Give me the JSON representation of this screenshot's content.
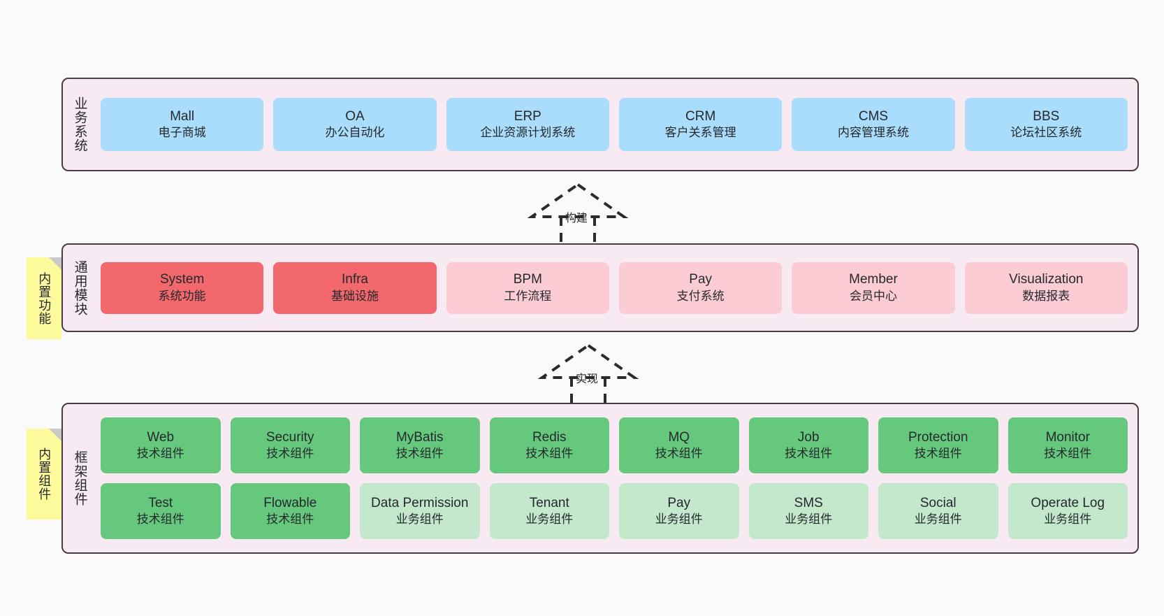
{
  "diagram": {
    "background_color": "#fafafa",
    "frame_border_color": "#4a3b44",
    "frame_fill_color": "#f8eaf3",
    "note_color": "#fcfa9a",
    "colors": {
      "blue": "#aadcfb",
      "red": "#f2686c",
      "pink": "#fbccd4",
      "green": "#66c87d",
      "light_green": "#c3e8cc"
    }
  },
  "layers": {
    "business": {
      "title": "业务系统",
      "cards": [
        {
          "en": "Mall",
          "cn": "电子商城"
        },
        {
          "en": "OA",
          "cn": "办公自动化"
        },
        {
          "en": "ERP",
          "cn": "企业资源计划系统"
        },
        {
          "en": "CRM",
          "cn": "客户关系管理"
        },
        {
          "en": "CMS",
          "cn": "内容管理系统"
        },
        {
          "en": "BBS",
          "cn": "论坛社区系统"
        }
      ]
    },
    "common": {
      "title": "通用模块",
      "note": "内置功能",
      "cards": [
        {
          "en": "System",
          "cn": "系统功能",
          "color": "red"
        },
        {
          "en": "Infra",
          "cn": "基础设施",
          "color": "red"
        },
        {
          "en": "BPM",
          "cn": "工作流程",
          "color": "pink"
        },
        {
          "en": "Pay",
          "cn": "支付系统",
          "color": "pink"
        },
        {
          "en": "Member",
          "cn": "会员中心",
          "color": "pink"
        },
        {
          "en": "Visualization",
          "cn": "数据报表",
          "color": "pink"
        }
      ]
    },
    "framework": {
      "title": "框架组件",
      "note": "内置组件",
      "row1": [
        {
          "en": "Web",
          "cn": "技术组件",
          "color": "green"
        },
        {
          "en": "Security",
          "cn": "技术组件",
          "color": "green"
        },
        {
          "en": "MyBatis",
          "cn": "技术组件",
          "color": "green"
        },
        {
          "en": "Redis",
          "cn": "技术组件",
          "color": "green"
        },
        {
          "en": "MQ",
          "cn": "技术组件",
          "color": "green"
        },
        {
          "en": "Job",
          "cn": "技术组件",
          "color": "green"
        },
        {
          "en": "Protection",
          "cn": "技术组件",
          "color": "green"
        },
        {
          "en": "Monitor",
          "cn": "技术组件",
          "color": "green"
        }
      ],
      "row2": [
        {
          "en": "Test",
          "cn": "技术组件",
          "color": "green"
        },
        {
          "en": "Flowable",
          "cn": "技术组件",
          "color": "green"
        },
        {
          "en": "Data Permission",
          "cn": "业务组件",
          "color": "light_green"
        },
        {
          "en": "Tenant",
          "cn": "业务组件",
          "color": "light_green"
        },
        {
          "en": "Pay",
          "cn": "业务组件",
          "color": "light_green"
        },
        {
          "en": "SMS",
          "cn": "业务组件",
          "color": "light_green"
        },
        {
          "en": "Social",
          "cn": "业务组件",
          "color": "light_green"
        },
        {
          "en": "Operate Log",
          "cn": "业务组件",
          "color": "light_green"
        }
      ]
    }
  },
  "connectors": [
    {
      "label": "构建",
      "from": "通用模块",
      "to": "业务系统"
    },
    {
      "label": "实现",
      "from": "框架组件",
      "to": "通用模块"
    }
  ]
}
